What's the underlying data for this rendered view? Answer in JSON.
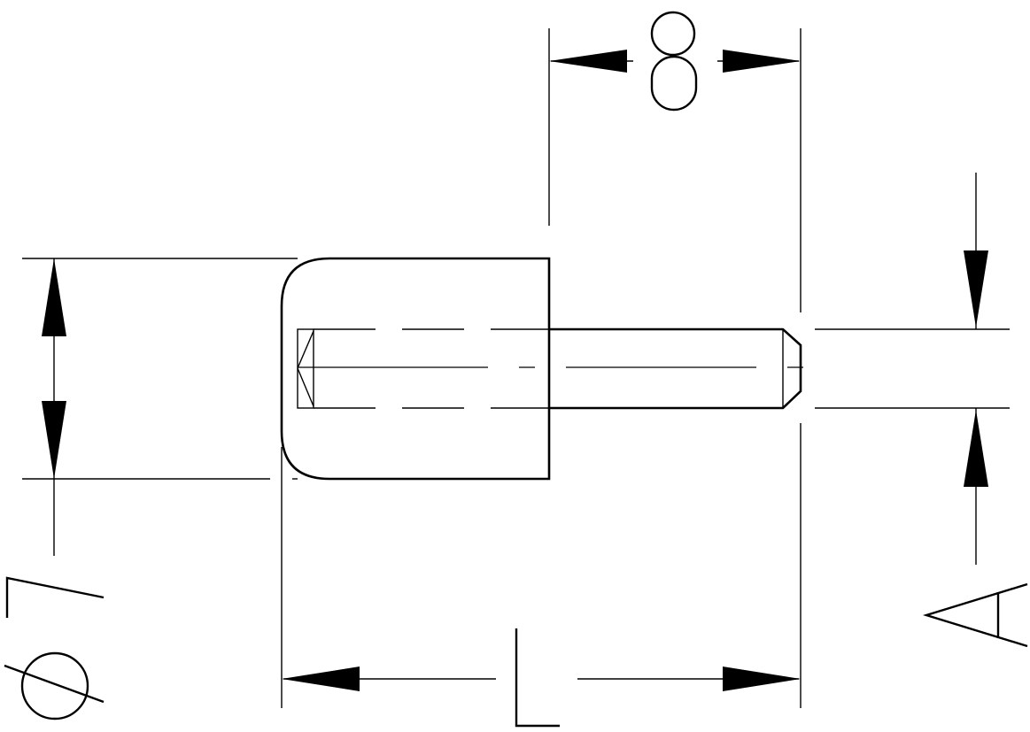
{
  "drawing": {
    "type": "technical-drawing",
    "subject": "shoulder screw",
    "dimensions": {
      "thread_length": "8",
      "shank_length": "L",
      "head_diameter": "⌀7",
      "thread_diameter": "A"
    }
  }
}
